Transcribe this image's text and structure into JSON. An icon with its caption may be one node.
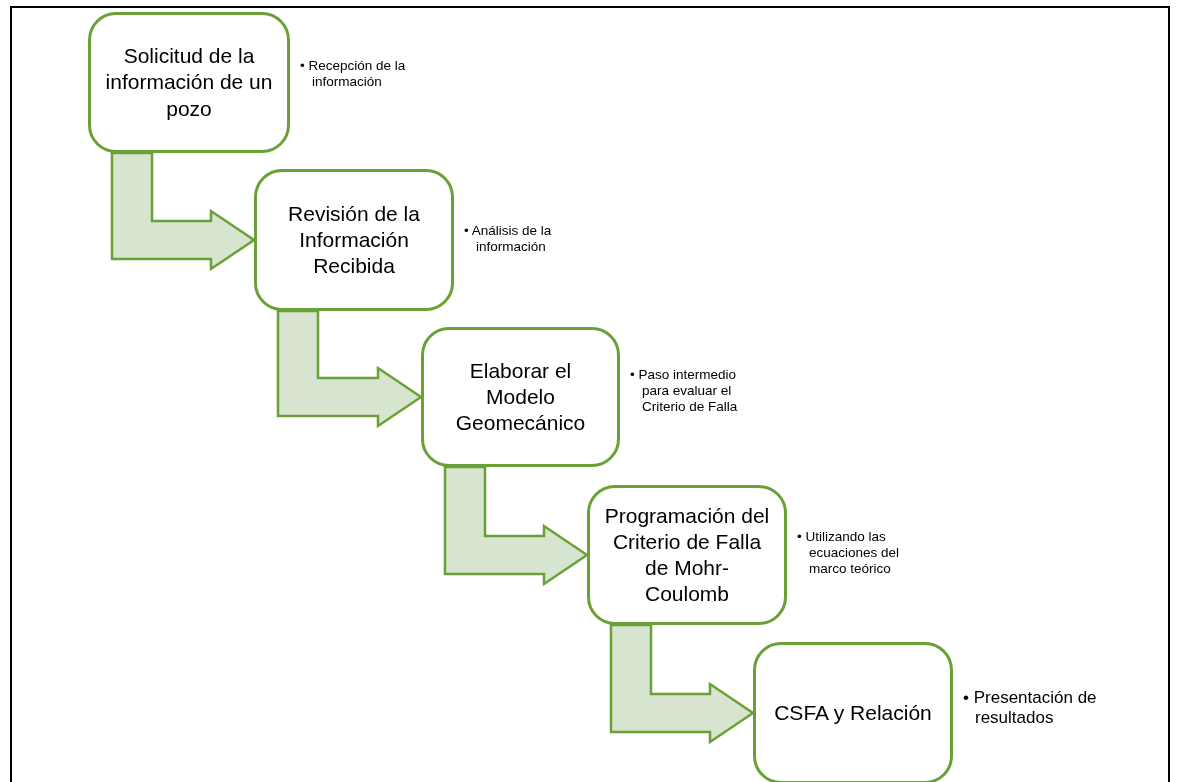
{
  "diagram": {
    "nodes": [
      {
        "text": [
          "Solicitud de la información de un pozo"
        ],
        "beside": [
          "• Recepción de la información"
        ]
      },
      {
        "text": [
          "Revisión de la Información Recibida"
        ],
        "beside": [
          "• Análisis de la información"
        ]
      },
      {
        "text": [
          "Elaborar el Modelo Geomecánico"
        ],
        "beside": [
          "• Paso intermedio para evaluar el Criterio de Falla"
        ]
      },
      {
        "text": [
          "Programación del Criterio de Falla de Mohr-Coulomb"
        ],
        "beside": [
          "• Utilizando las ecuaciones del marco teórico"
        ]
      },
      {
        "text": [
          "CSFA y Relación"
        ],
        "beside": [
          "• Presentación de resultados"
        ]
      }
    ],
    "edges": [
      {
        "from": 0,
        "to": 1,
        "arrow": "to"
      },
      {
        "from": 1,
        "to": 2,
        "arrow": "to"
      },
      {
        "from": 2,
        "to": 3,
        "arrow": "to"
      },
      {
        "from": 3,
        "to": 4,
        "arrow": "to"
      }
    ]
  }
}
